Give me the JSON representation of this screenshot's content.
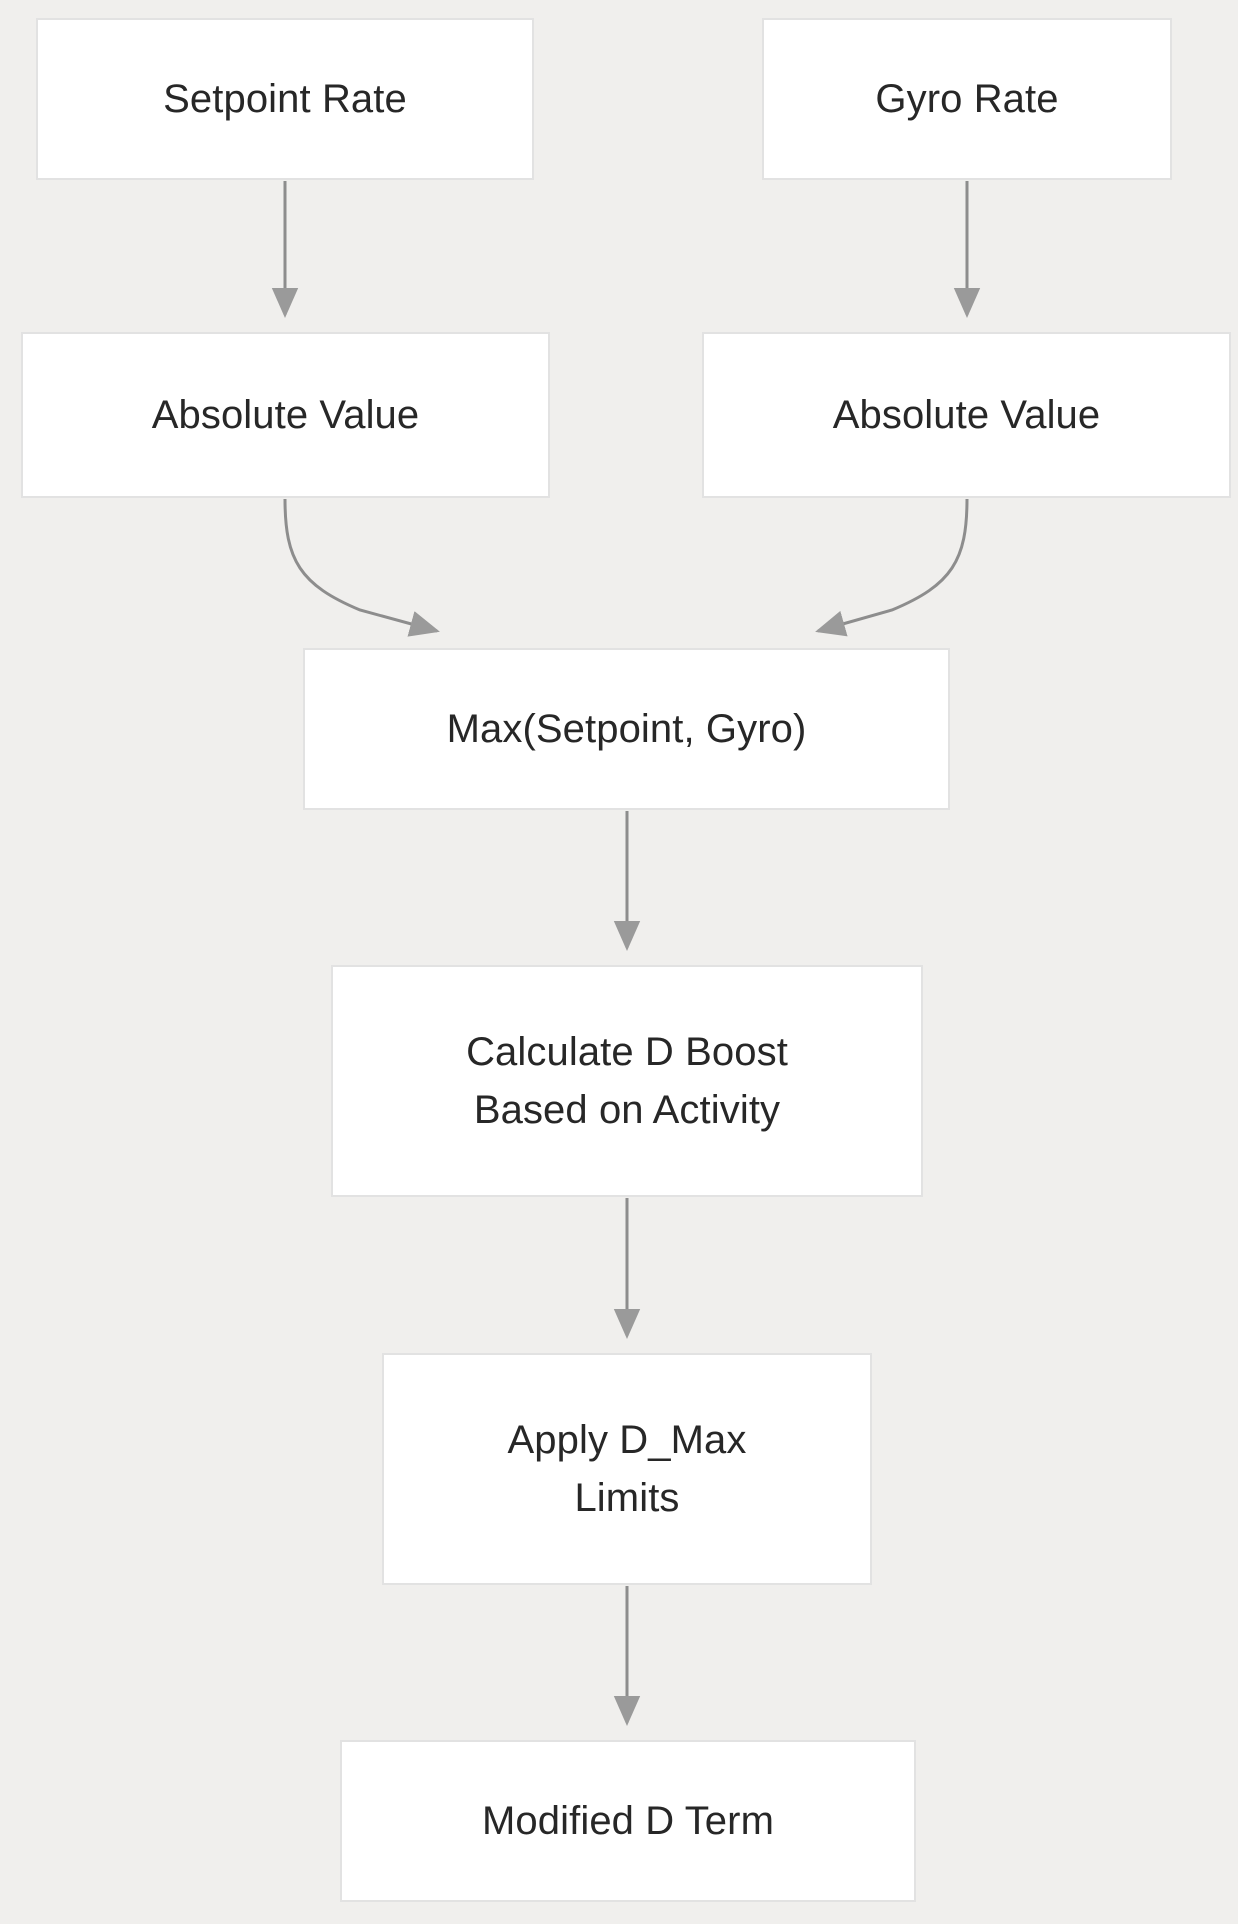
{
  "diagram": {
    "type": "flowchart",
    "direction": "top-to-bottom",
    "colors": {
      "background": "#f0efed",
      "node_fill": "#ffffff",
      "node_border": "#e2e2e2",
      "node_text": "#272727",
      "edge_stroke": "#8d8d8d",
      "arrowhead": "#9a9a9a"
    },
    "nodes": [
      {
        "id": "setpoint-rate",
        "label": "Setpoint Rate"
      },
      {
        "id": "gyro-rate",
        "label": "Gyro Rate"
      },
      {
        "id": "abs-setpoint",
        "label": "Absolute Value"
      },
      {
        "id": "abs-gyro",
        "label": "Absolute Value"
      },
      {
        "id": "max",
        "label": "Max(Setpoint, Gyro)"
      },
      {
        "id": "calc-dboost",
        "label": "Calculate D Boost\nBased on Activity"
      },
      {
        "id": "apply-dmax",
        "label": "Apply D_Max\nLimits"
      },
      {
        "id": "modified-dterm",
        "label": "Modified D Term"
      }
    ],
    "edges": [
      {
        "from": "setpoint-rate",
        "to": "abs-setpoint",
        "style": "straight"
      },
      {
        "from": "gyro-rate",
        "to": "abs-gyro",
        "style": "straight"
      },
      {
        "from": "abs-setpoint",
        "to": "max",
        "style": "curved"
      },
      {
        "from": "abs-gyro",
        "to": "max",
        "style": "curved"
      },
      {
        "from": "max",
        "to": "calc-dboost",
        "style": "straight"
      },
      {
        "from": "calc-dboost",
        "to": "apply-dmax",
        "style": "straight"
      },
      {
        "from": "apply-dmax",
        "to": "modified-dterm",
        "style": "straight"
      }
    ]
  }
}
